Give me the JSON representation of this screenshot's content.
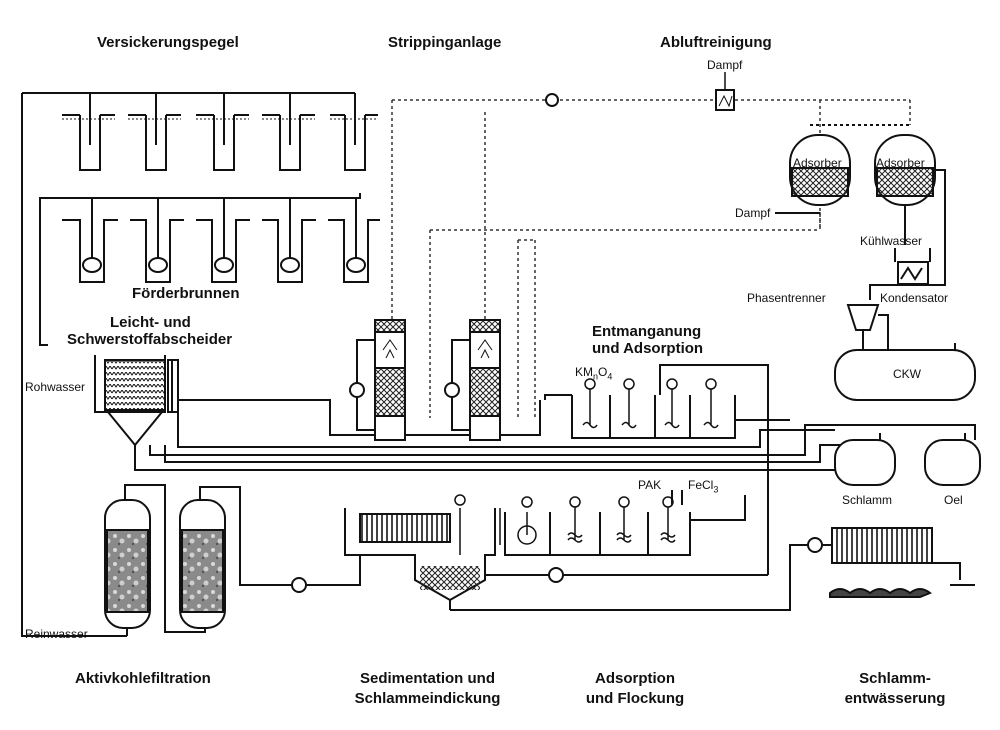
{
  "headings": {
    "versickerungspegel": "Versickerungspegel",
    "strippinganlage": "Strippinganlage",
    "abluftreinigung": "Abluftreinigung",
    "foerderbrunnen": "Förderbrunnen",
    "abscheider_1": "Leicht- und",
    "abscheider_2": "Schwerstoffabscheider",
    "entmanganung_1": "Entmanganung",
    "entmanganung_2": "und Adsorption",
    "aktivkohle": "Aktivkohlefiltration",
    "sedimentation_1": "Sedimentation und",
    "sedimentation_2": "Schlammeindickung",
    "adsorption_1": "Adsorption",
    "adsorption_2": "und Flockung",
    "schlamm_1": "Schlamm-",
    "schlamm_2": "entwässerung"
  },
  "labels": {
    "dampf_top": "Dampf",
    "adsorber_1": "Adsorber",
    "adsorber_2": "Adsorber",
    "dampf_mid": "Dampf",
    "kuehlwasser": "Kühlwasser",
    "phasentrenner": "Phasentrenner",
    "kondensator": "Kondensator",
    "ckw": "CKW",
    "rohwasser": "Rohwasser",
    "kmno4_a": "KM",
    "kmno4_b": "n",
    "kmno4_c": "O",
    "kmno4_d": "4",
    "pak": "PAK",
    "fecl_a": "FeCl",
    "fecl_b": "3",
    "schlamm_tank": "Schlamm",
    "oel_tank": "Oel",
    "reinwasser": "Reinwasser"
  }
}
